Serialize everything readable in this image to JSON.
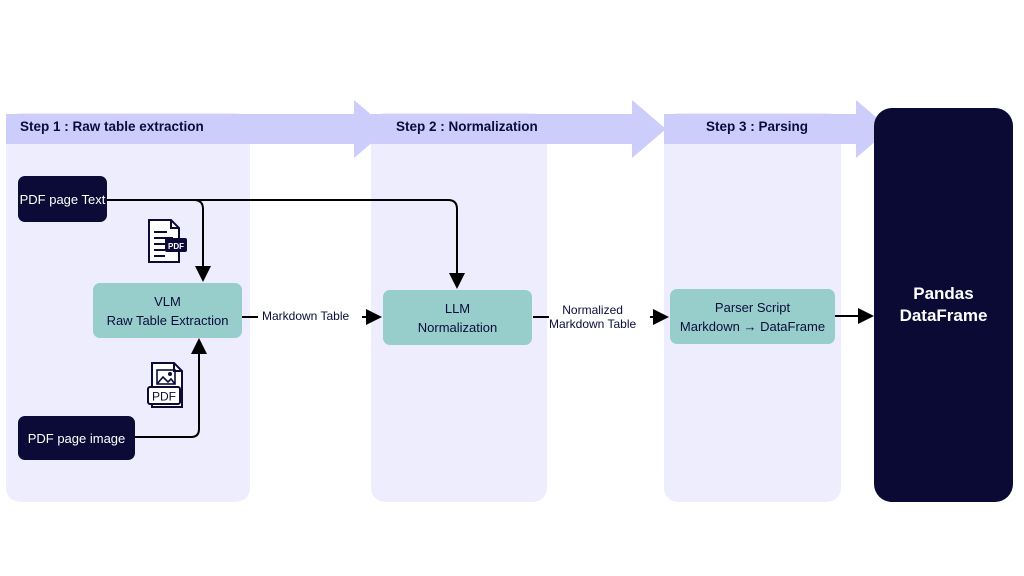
{
  "steps": [
    {
      "label": "Step 1 : Raw table extraction"
    },
    {
      "label": "Step 2 : Normalization"
    },
    {
      "label": "Step 3 : Parsing"
    }
  ],
  "inputs": {
    "text": "PDF page Text",
    "image": "PDF page image"
  },
  "nodes": {
    "vlm": {
      "line1": "VLM",
      "line2": "Raw Table Extraction"
    },
    "llm": {
      "line1": "LLM",
      "line2": "Normalization"
    },
    "parser": {
      "line1": "Parser Script",
      "line2": "Markdown → DataFrame"
    }
  },
  "edges": {
    "markdown_table": "Markdown Table",
    "normalized_1": "Normalized",
    "normalized_2": "Markdown Table"
  },
  "output": {
    "line1": "Pandas",
    "line2": "DataFrame"
  },
  "icons": {
    "pdf_text": {
      "name": "pdf-document-icon",
      "badge": "PDF"
    },
    "pdf_image": {
      "name": "pdf-image-icon",
      "badge": "PDF"
    }
  },
  "colors": {
    "panel": "#eeedfd",
    "chevron": "#cdcdfb",
    "dark": "#0c0b37",
    "teal": "#97cecc"
  }
}
